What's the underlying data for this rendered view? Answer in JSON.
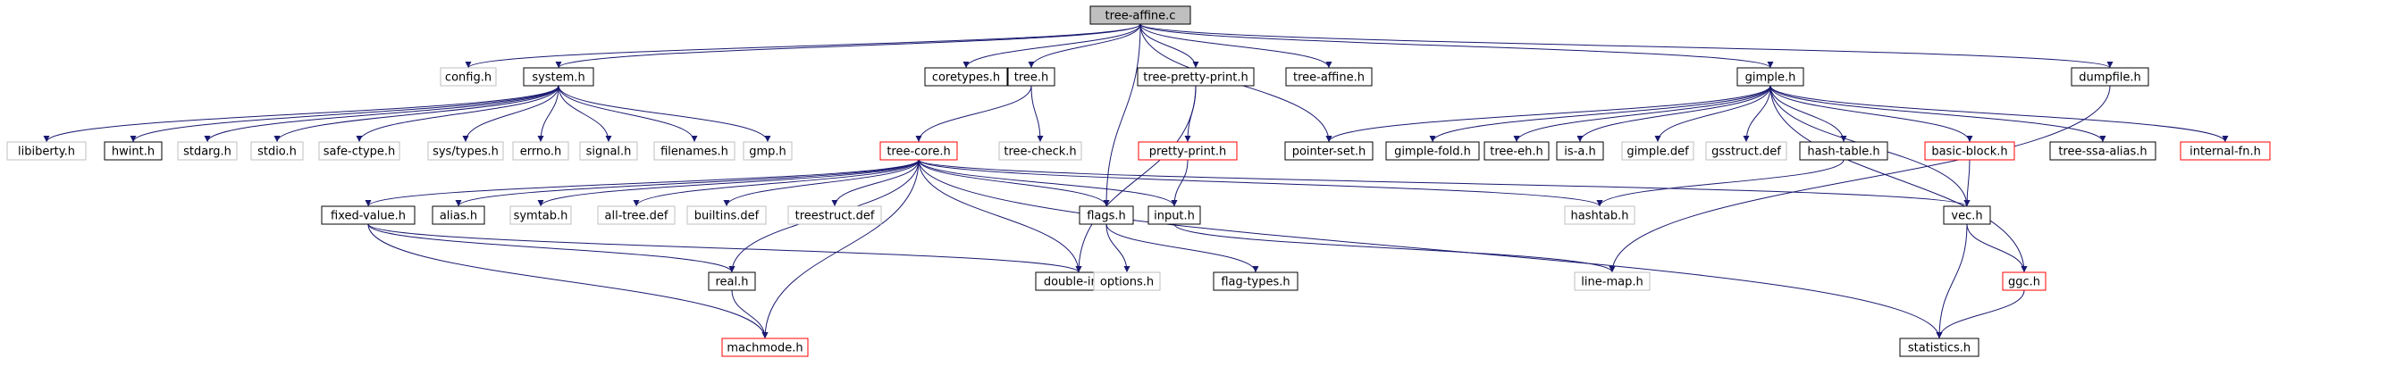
{
  "graph": {
    "nodes": [
      {
        "id": "tree_affine_c",
        "label": "tree-affine.c",
        "style": "root"
      },
      {
        "id": "config_h",
        "label": "config.h",
        "style": "gray"
      },
      {
        "id": "system_h",
        "label": "system.h",
        "style": "black"
      },
      {
        "id": "coretypes_h",
        "label": "coretypes.h",
        "style": "black"
      },
      {
        "id": "tree_h",
        "label": "tree.h",
        "style": "black"
      },
      {
        "id": "tree_pretty_print_h",
        "label": "tree-pretty-print.h",
        "style": "black"
      },
      {
        "id": "tree_affine_h",
        "label": "tree-affine.h",
        "style": "black"
      },
      {
        "id": "gimple_h",
        "label": "gimple.h",
        "style": "black"
      },
      {
        "id": "dumpfile_h",
        "label": "dumpfile.h",
        "style": "black"
      },
      {
        "id": "libiberty_h",
        "label": "libiberty.h",
        "style": "gray"
      },
      {
        "id": "hwint_h",
        "label": "hwint.h",
        "style": "black"
      },
      {
        "id": "stdarg_h",
        "label": "stdarg.h",
        "style": "gray"
      },
      {
        "id": "stdio_h",
        "label": "stdio.h",
        "style": "gray"
      },
      {
        "id": "safe_ctype_h",
        "label": "safe-ctype.h",
        "style": "gray"
      },
      {
        "id": "sys_types_h",
        "label": "sys/types.h",
        "style": "gray"
      },
      {
        "id": "errno_h",
        "label": "errno.h",
        "style": "gray"
      },
      {
        "id": "signal_h",
        "label": "signal.h",
        "style": "gray"
      },
      {
        "id": "filenames_h",
        "label": "filenames.h",
        "style": "gray"
      },
      {
        "id": "gmp_h",
        "label": "gmp.h",
        "style": "gray"
      },
      {
        "id": "tree_core_h",
        "label": "tree-core.h",
        "style": "red"
      },
      {
        "id": "tree_check_h",
        "label": "tree-check.h",
        "style": "gray"
      },
      {
        "id": "pretty_print_h",
        "label": "pretty-print.h",
        "style": "red"
      },
      {
        "id": "pointer_set_h",
        "label": "pointer-set.h",
        "style": "black"
      },
      {
        "id": "gimple_fold_h",
        "label": "gimple-fold.h",
        "style": "black"
      },
      {
        "id": "tree_eh_h",
        "label": "tree-eh.h",
        "style": "black"
      },
      {
        "id": "is_a_h",
        "label": "is-a.h",
        "style": "black"
      },
      {
        "id": "gimple_def",
        "label": "gimple.def",
        "style": "gray"
      },
      {
        "id": "gsstruct_def",
        "label": "gsstruct.def",
        "style": "gray"
      },
      {
        "id": "hash_table_h",
        "label": "hash-table.h",
        "style": "black"
      },
      {
        "id": "basic_block_h",
        "label": "basic-block.h",
        "style": "red"
      },
      {
        "id": "tree_ssa_alias_h",
        "label": "tree-ssa-alias.h",
        "style": "black"
      },
      {
        "id": "internal_fn_h",
        "label": "internal-fn.h",
        "style": "red"
      },
      {
        "id": "fixed_value_h",
        "label": "fixed-value.h",
        "style": "black"
      },
      {
        "id": "alias_h",
        "label": "alias.h",
        "style": "black"
      },
      {
        "id": "symtab_h",
        "label": "symtab.h",
        "style": "gray"
      },
      {
        "id": "all_tree_def",
        "label": "all-tree.def",
        "style": "gray"
      },
      {
        "id": "builtins_def",
        "label": "builtins.def",
        "style": "gray"
      },
      {
        "id": "treestruct_def",
        "label": "treestruct.def",
        "style": "gray"
      },
      {
        "id": "flags_h",
        "label": "flags.h",
        "style": "black"
      },
      {
        "id": "input_h",
        "label": "input.h",
        "style": "black"
      },
      {
        "id": "hashtab_h",
        "label": "hashtab.h",
        "style": "gray"
      },
      {
        "id": "vec_h",
        "label": "vec.h",
        "style": "black"
      },
      {
        "id": "real_h",
        "label": "real.h",
        "style": "black"
      },
      {
        "id": "double_int_h",
        "label": "double-int.h",
        "style": "black"
      },
      {
        "id": "options_h",
        "label": "options.h",
        "style": "gray"
      },
      {
        "id": "flag_types_h",
        "label": "flag-types.h",
        "style": "black"
      },
      {
        "id": "line_map_h",
        "label": "line-map.h",
        "style": "gray"
      },
      {
        "id": "ggc_h",
        "label": "ggc.h",
        "style": "red"
      },
      {
        "id": "machmode_h",
        "label": "machmode.h",
        "style": "red"
      },
      {
        "id": "statistics_h",
        "label": "statistics.h",
        "style": "black"
      }
    ],
    "edges": [
      [
        "tree_affine_c",
        "config_h"
      ],
      [
        "tree_affine_c",
        "system_h"
      ],
      [
        "tree_affine_c",
        "coretypes_h"
      ],
      [
        "tree_affine_c",
        "tree_h"
      ],
      [
        "tree_affine_c",
        "tree_pretty_print_h"
      ],
      [
        "tree_affine_c",
        "tree_affine_h"
      ],
      [
        "tree_affine_c",
        "gimple_h"
      ],
      [
        "tree_affine_c",
        "dumpfile_h"
      ],
      [
        "tree_affine_c",
        "flags_h"
      ],
      [
        "tree_affine_c",
        "pointer_set_h"
      ],
      [
        "system_h",
        "libiberty_h"
      ],
      [
        "system_h",
        "hwint_h"
      ],
      [
        "system_h",
        "stdarg_h"
      ],
      [
        "system_h",
        "stdio_h"
      ],
      [
        "system_h",
        "safe_ctype_h"
      ],
      [
        "system_h",
        "sys_types_h"
      ],
      [
        "system_h",
        "errno_h"
      ],
      [
        "system_h",
        "signal_h"
      ],
      [
        "system_h",
        "filenames_h"
      ],
      [
        "system_h",
        "gmp_h"
      ],
      [
        "tree_h",
        "tree_core_h"
      ],
      [
        "tree_h",
        "tree_check_h"
      ],
      [
        "tree_pretty_print_h",
        "pretty_print_h"
      ],
      [
        "tree_pretty_print_h",
        "double_int_h"
      ],
      [
        "pretty_print_h",
        "input_h"
      ],
      [
        "tree_core_h",
        "fixed_value_h"
      ],
      [
        "tree_core_h",
        "alias_h"
      ],
      [
        "tree_core_h",
        "symtab_h"
      ],
      [
        "tree_core_h",
        "all_tree_def"
      ],
      [
        "tree_core_h",
        "builtins_def"
      ],
      [
        "tree_core_h",
        "treestruct_def"
      ],
      [
        "tree_core_h",
        "flags_h"
      ],
      [
        "tree_core_h",
        "input_h"
      ],
      [
        "tree_core_h",
        "hashtab_h"
      ],
      [
        "tree_core_h",
        "vec_h"
      ],
      [
        "tree_core_h",
        "real_h"
      ],
      [
        "tree_core_h",
        "double_int_h"
      ],
      [
        "tree_core_h",
        "machmode_h"
      ],
      [
        "tree_core_h",
        "statistics_h"
      ],
      [
        "gimple_h",
        "pointer_set_h"
      ],
      [
        "gimple_h",
        "gimple_fold_h"
      ],
      [
        "gimple_h",
        "tree_eh_h"
      ],
      [
        "gimple_h",
        "is_a_h"
      ],
      [
        "gimple_h",
        "gimple_def"
      ],
      [
        "gimple_h",
        "gsstruct_def"
      ],
      [
        "gimple_h",
        "hash_table_h"
      ],
      [
        "gimple_h",
        "basic_block_h"
      ],
      [
        "gimple_h",
        "tree_ssa_alias_h"
      ],
      [
        "gimple_h",
        "internal_fn_h"
      ],
      [
        "gimple_h",
        "vec_h"
      ],
      [
        "gimple_h",
        "ggc_h"
      ],
      [
        "dumpfile_h",
        "line_map_h"
      ],
      [
        "hash_table_h",
        "hashtab_h"
      ],
      [
        "basic_block_h",
        "vec_h"
      ],
      [
        "fixed_value_h",
        "real_h"
      ],
      [
        "fixed_value_h",
        "double_int_h"
      ],
      [
        "fixed_value_h",
        "machmode_h"
      ],
      [
        "flags_h",
        "flag_types_h"
      ],
      [
        "flags_h",
        "options_h"
      ],
      [
        "input_h",
        "line_map_h"
      ],
      [
        "real_h",
        "machmode_h"
      ],
      [
        "vec_h",
        "ggc_h"
      ],
      [
        "vec_h",
        "statistics_h"
      ],
      [
        "ggc_h",
        "statistics_h"
      ]
    ]
  },
  "colors": {
    "edge": "#191970",
    "black_border": "#000000",
    "gray_border": "#bfbfbf",
    "red_border": "#ff0000",
    "root_fill": "#bfbfbf",
    "text_normal": "#000000",
    "text_gray": "#000000"
  }
}
